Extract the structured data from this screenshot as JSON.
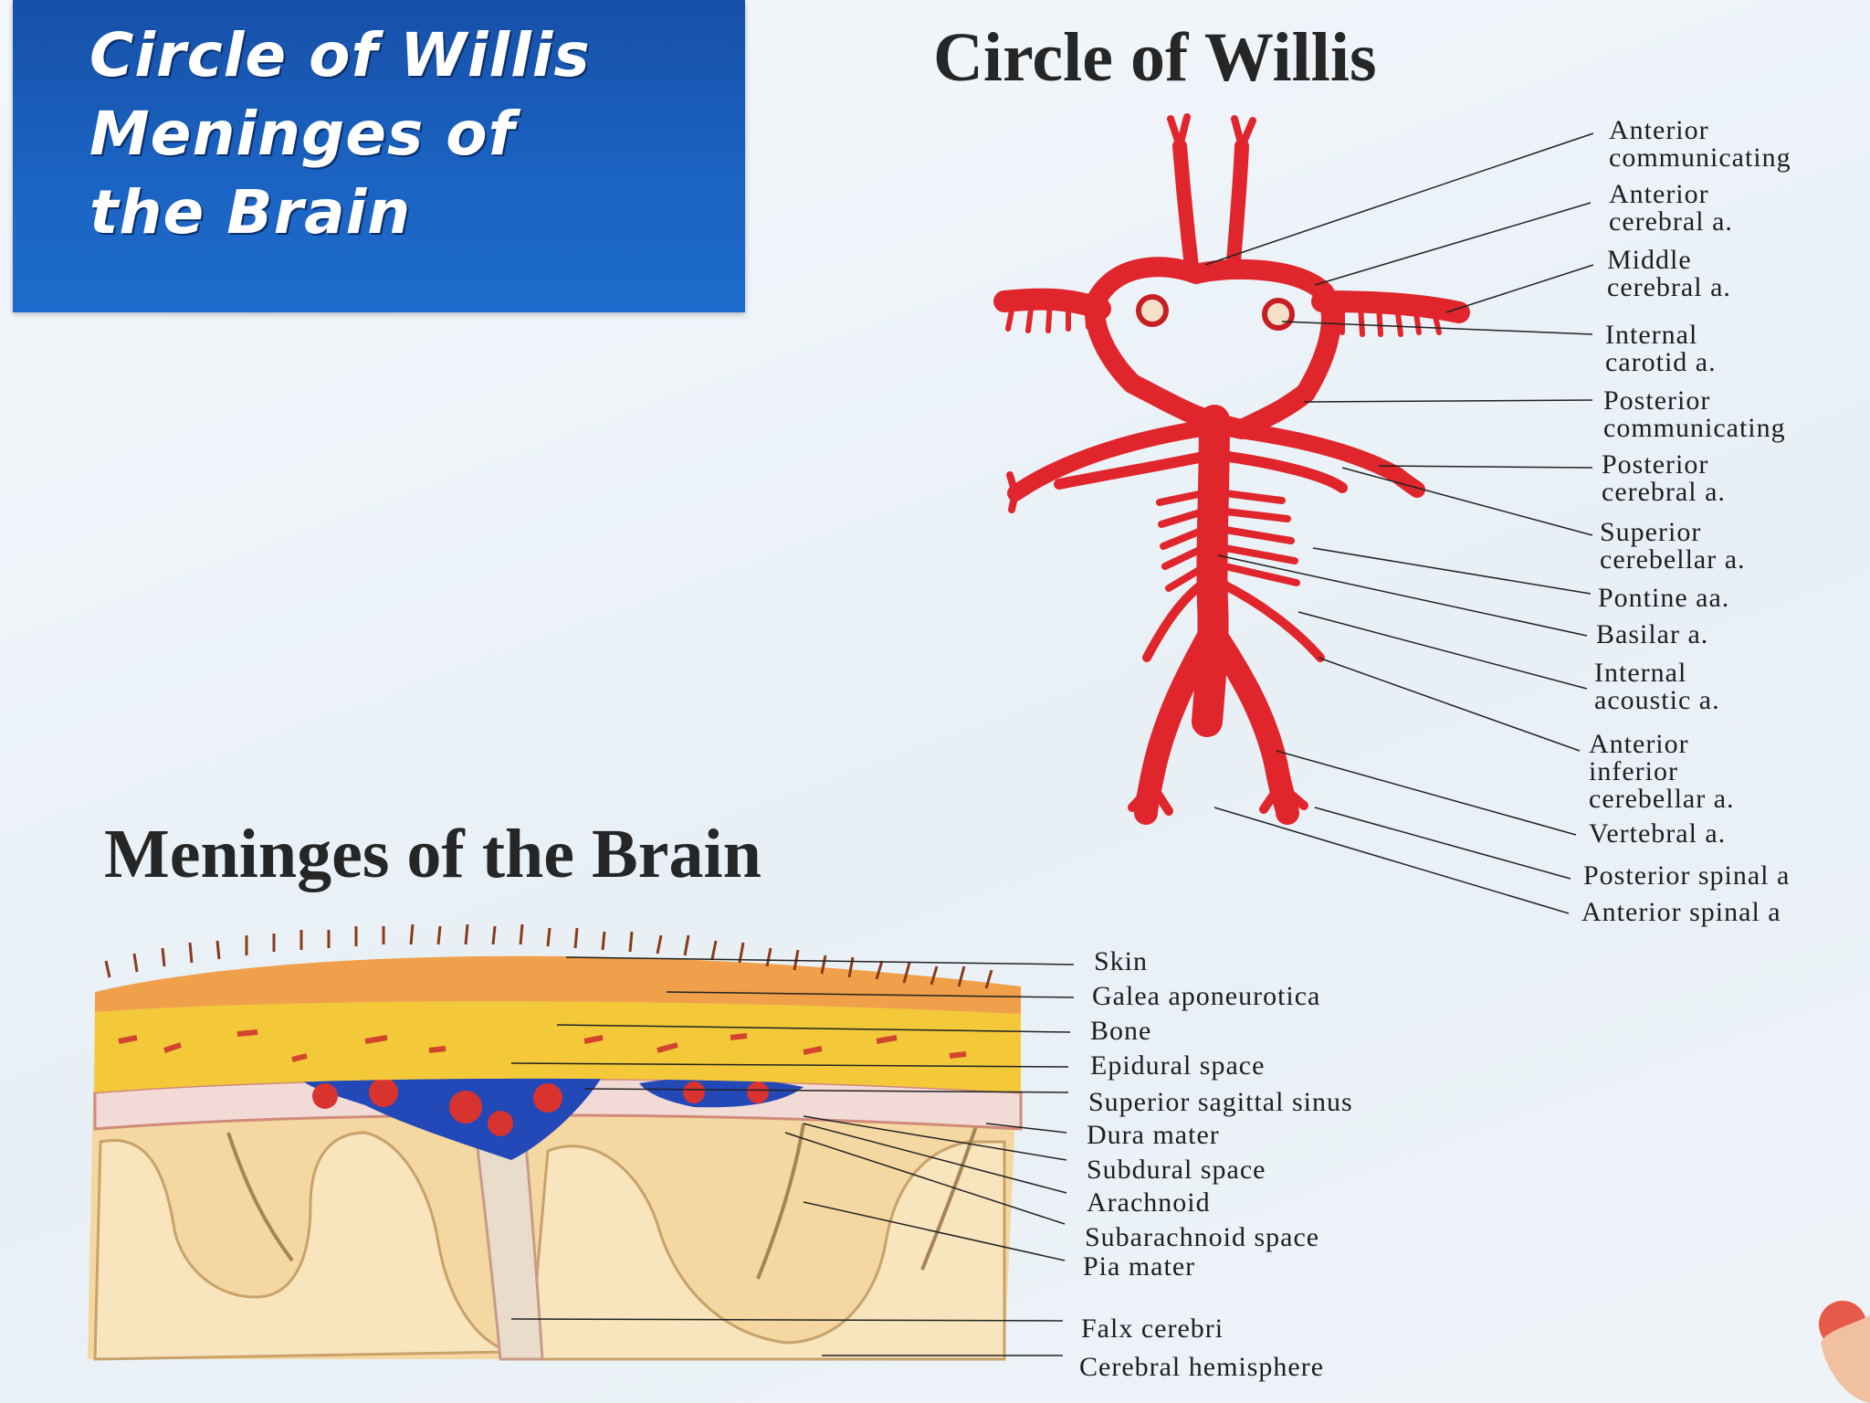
{
  "title_box": {
    "lines": [
      "Circle of Willis",
      "Meninges of",
      "the Brain"
    ]
  },
  "circle_of_willis": {
    "heading": "Circle of Willis",
    "labels": [
      [
        "Anterior",
        "communicating"
      ],
      [
        "Anterior",
        "cerebral a."
      ],
      [
        "Middle",
        "cerebral a."
      ],
      [
        "Internal",
        "carotid a."
      ],
      [
        "Posterior",
        "communicating"
      ],
      [
        "Posterior",
        "cerebral a."
      ],
      [
        "Superior",
        "cerebellar a."
      ],
      [
        "Pontine aa."
      ],
      [
        "Basilar a."
      ],
      [
        "Internal",
        "acoustic a."
      ],
      [
        "Anterior",
        "inferior",
        "cerebellar a."
      ],
      [
        "Vertebral a."
      ],
      [
        "Posterior spinal a"
      ],
      [
        "Anterior spinal a"
      ]
    ]
  },
  "meninges": {
    "heading": "Meninges of the Brain",
    "labels": [
      "Skin",
      "Galea aponeurotica",
      "Bone",
      "Epidural space",
      "Superior sagittal sinus",
      "Dura mater",
      "Subdural space",
      "Arachnoid",
      "Subarachnoid space",
      "Pia mater",
      "Falx cerebri",
      "Cerebral hemisphere"
    ]
  },
  "colors": {
    "title_box": "#1b5fbf",
    "artery": "#e0262c",
    "vein": "#2348b8",
    "bone": "#f3c93a",
    "scalp": "#f0a04a",
    "brain": "#f5d7a2"
  }
}
